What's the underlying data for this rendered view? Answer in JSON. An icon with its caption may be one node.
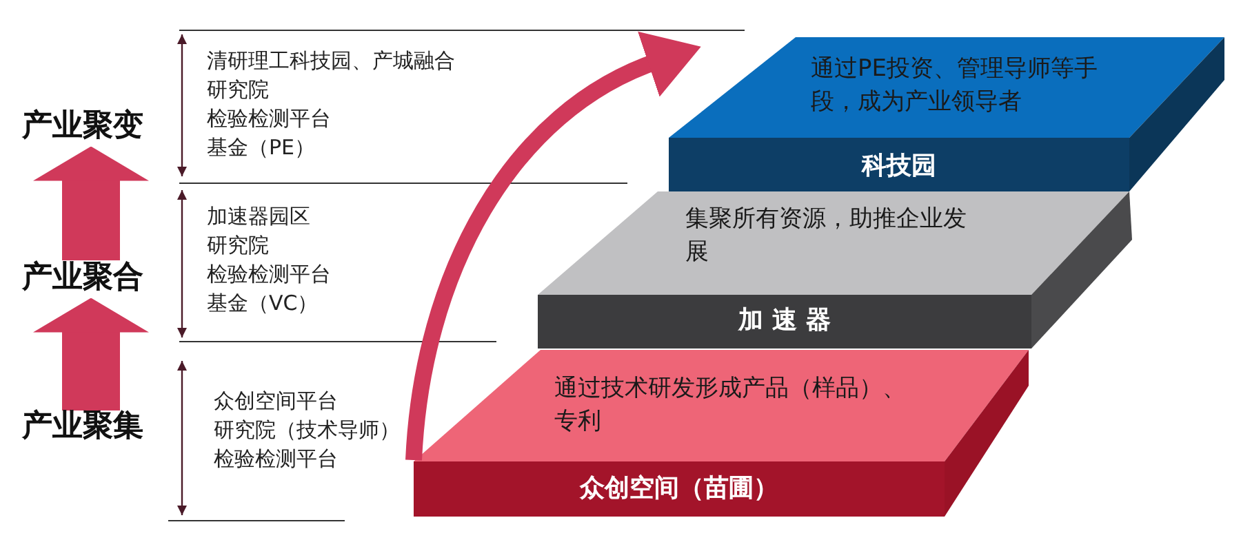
{
  "diagram": {
    "nodes": [
      {
        "text": [
          "产业聚变"
        ]
      },
      {
        "text": [
          "产业聚合"
        ]
      },
      {
        "text": [
          "产业聚集"
        ]
      },
      {
        "text": [
          "通过PE投资、管理导师等手段，成为产业领导者",
          "科技园"
        ]
      },
      {
        "text": [
          "集聚所有资源，助推企业发展",
          "加 速 器"
        ]
      },
      {
        "text": [
          "通过技术研发形成产品（样品）、专利",
          "众创空间（苗圃）"
        ]
      }
    ],
    "edges": [
      {
        "from": 2,
        "to": 1,
        "arrow": "to"
      },
      {
        "from": 1,
        "to": 0,
        "arrow": "to"
      },
      {
        "from": 5,
        "to": 3,
        "arrow": "to"
      }
    ],
    "labels": [
      "清研理工科技园、产城融合",
      "研究院",
      "检验检测平台",
      "基金（PE）",
      "加速器园区",
      "研究院",
      "检验检测平台",
      "基金（VC）",
      "众创空间平台",
      "研究院（技术导师）",
      "检验检测平台"
    ]
  }
}
